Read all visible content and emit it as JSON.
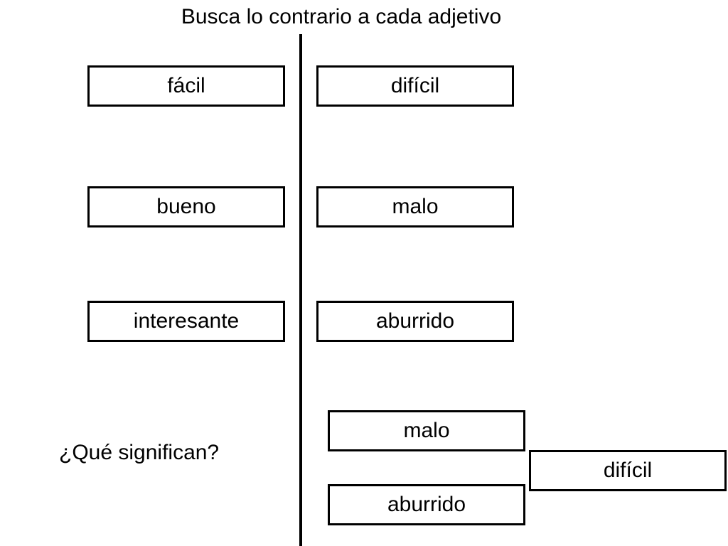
{
  "title": "Busca lo contrario a cada adjetivo",
  "left_column": [
    "fácil",
    "bueno",
    "interesante"
  ],
  "right_column": [
    "difícil",
    "malo",
    "aburrido"
  ],
  "question": "¿Qué significan?",
  "loose_cards": [
    "malo",
    "difícil",
    "aburrido"
  ]
}
